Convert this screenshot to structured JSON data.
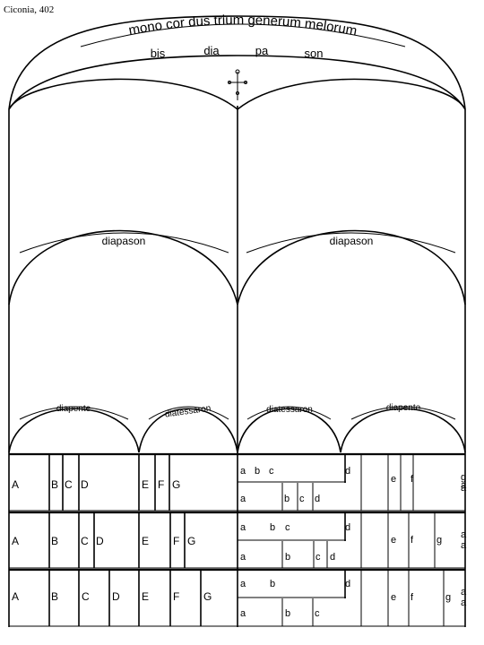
{
  "caption": "Ciconia, 402",
  "top_phrase": "mono cor dus trium generum melorum",
  "upper_syllables": [
    "bis",
    "dia",
    "pa",
    "son"
  ],
  "diapason_labels": [
    "diapason",
    "diapason"
  ],
  "lower_labels": [
    "diapente",
    "diatessaron",
    "diatessaron",
    "diapente"
  ],
  "rows": [
    {
      "left": [
        "A",
        "B",
        "C",
        "D",
        "E",
        "F",
        "G"
      ],
      "right_top": [
        "a",
        "b",
        "c",
        "d"
      ],
      "right_bottom": [
        "a",
        "b",
        "c",
        "d"
      ],
      "far_right": [
        "e",
        "f",
        "g",
        "a",
        "a"
      ]
    },
    {
      "left": [
        "A",
        "B",
        "C",
        "D",
        "E",
        "F",
        "G"
      ],
      "right_top": [
        "a",
        "b",
        "c",
        "d"
      ],
      "right_bottom": [
        "a",
        "b",
        "c",
        "d"
      ],
      "far_right": [
        "e",
        "f",
        "g",
        "a",
        "a"
      ]
    },
    {
      "left": [
        "A",
        "B",
        "C",
        "D",
        "E",
        "F",
        "G"
      ],
      "right_top": [
        "a",
        "b",
        "d"
      ],
      "right_bottom": [
        "a",
        "b",
        "c"
      ],
      "far_right": [
        "e",
        "f",
        "g",
        "a",
        "a"
      ]
    }
  ]
}
